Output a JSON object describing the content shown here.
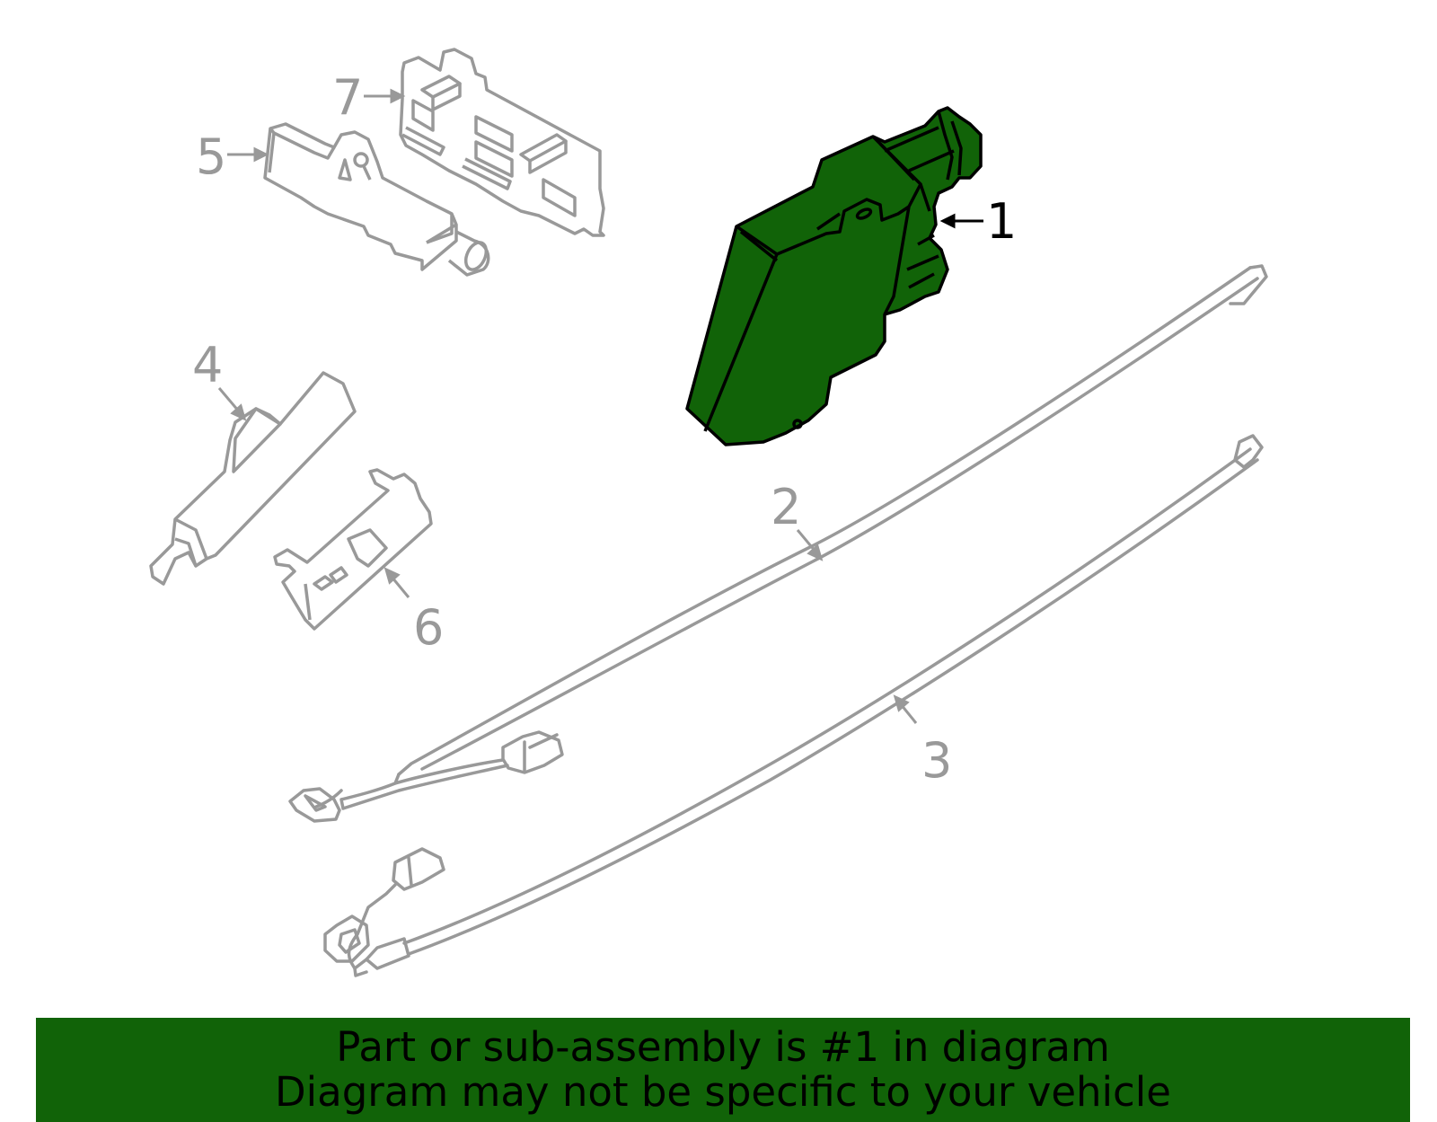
{
  "diagram": {
    "highlight_color": "#116308",
    "outline_color": "#999999",
    "active_outline_color": "#000000",
    "callouts": [
      {
        "number": "1",
        "part": "module",
        "highlighted": true
      },
      {
        "number": "2",
        "part": "front-harness-cable",
        "highlighted": false
      },
      {
        "number": "3",
        "part": "rear-harness-cable",
        "highlighted": false
      },
      {
        "number": "4",
        "part": "antenna-long",
        "highlighted": false
      },
      {
        "number": "5",
        "part": "antenna-short",
        "highlighted": false
      },
      {
        "number": "6",
        "part": "bracket",
        "highlighted": false
      },
      {
        "number": "7",
        "part": "retainer-bracket",
        "highlighted": false
      }
    ]
  },
  "banner": {
    "line1": "Part or sub-assembly is #1 in diagram",
    "line2": "Diagram may not be specific to your vehicle",
    "background": "#116308"
  }
}
